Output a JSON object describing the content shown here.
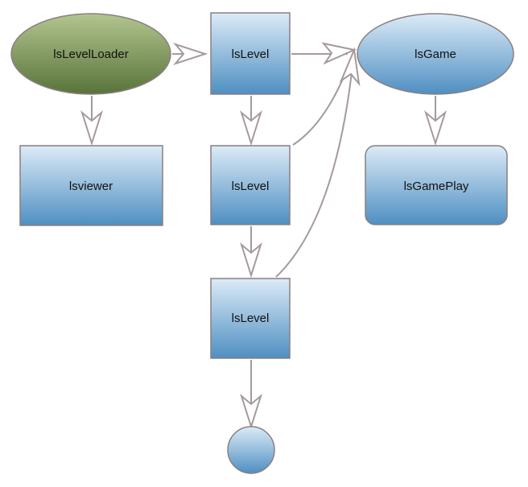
{
  "nodes": {
    "loader": "lsLevelLoader",
    "viewer": "lsviewer",
    "level1": "lsLevel",
    "level2": "lsLevel",
    "level3": "lsLevel",
    "game": "lsGame",
    "gameplay": "lsGamePlay",
    "end": ""
  },
  "colors": {
    "green_top": "#b3c58f",
    "green_bottom": "#58743a",
    "blue_top": "#dcebf7",
    "blue_bottom": "#4f8fc2",
    "stroke": "#8a7f80",
    "edge": "#a49a9b"
  }
}
